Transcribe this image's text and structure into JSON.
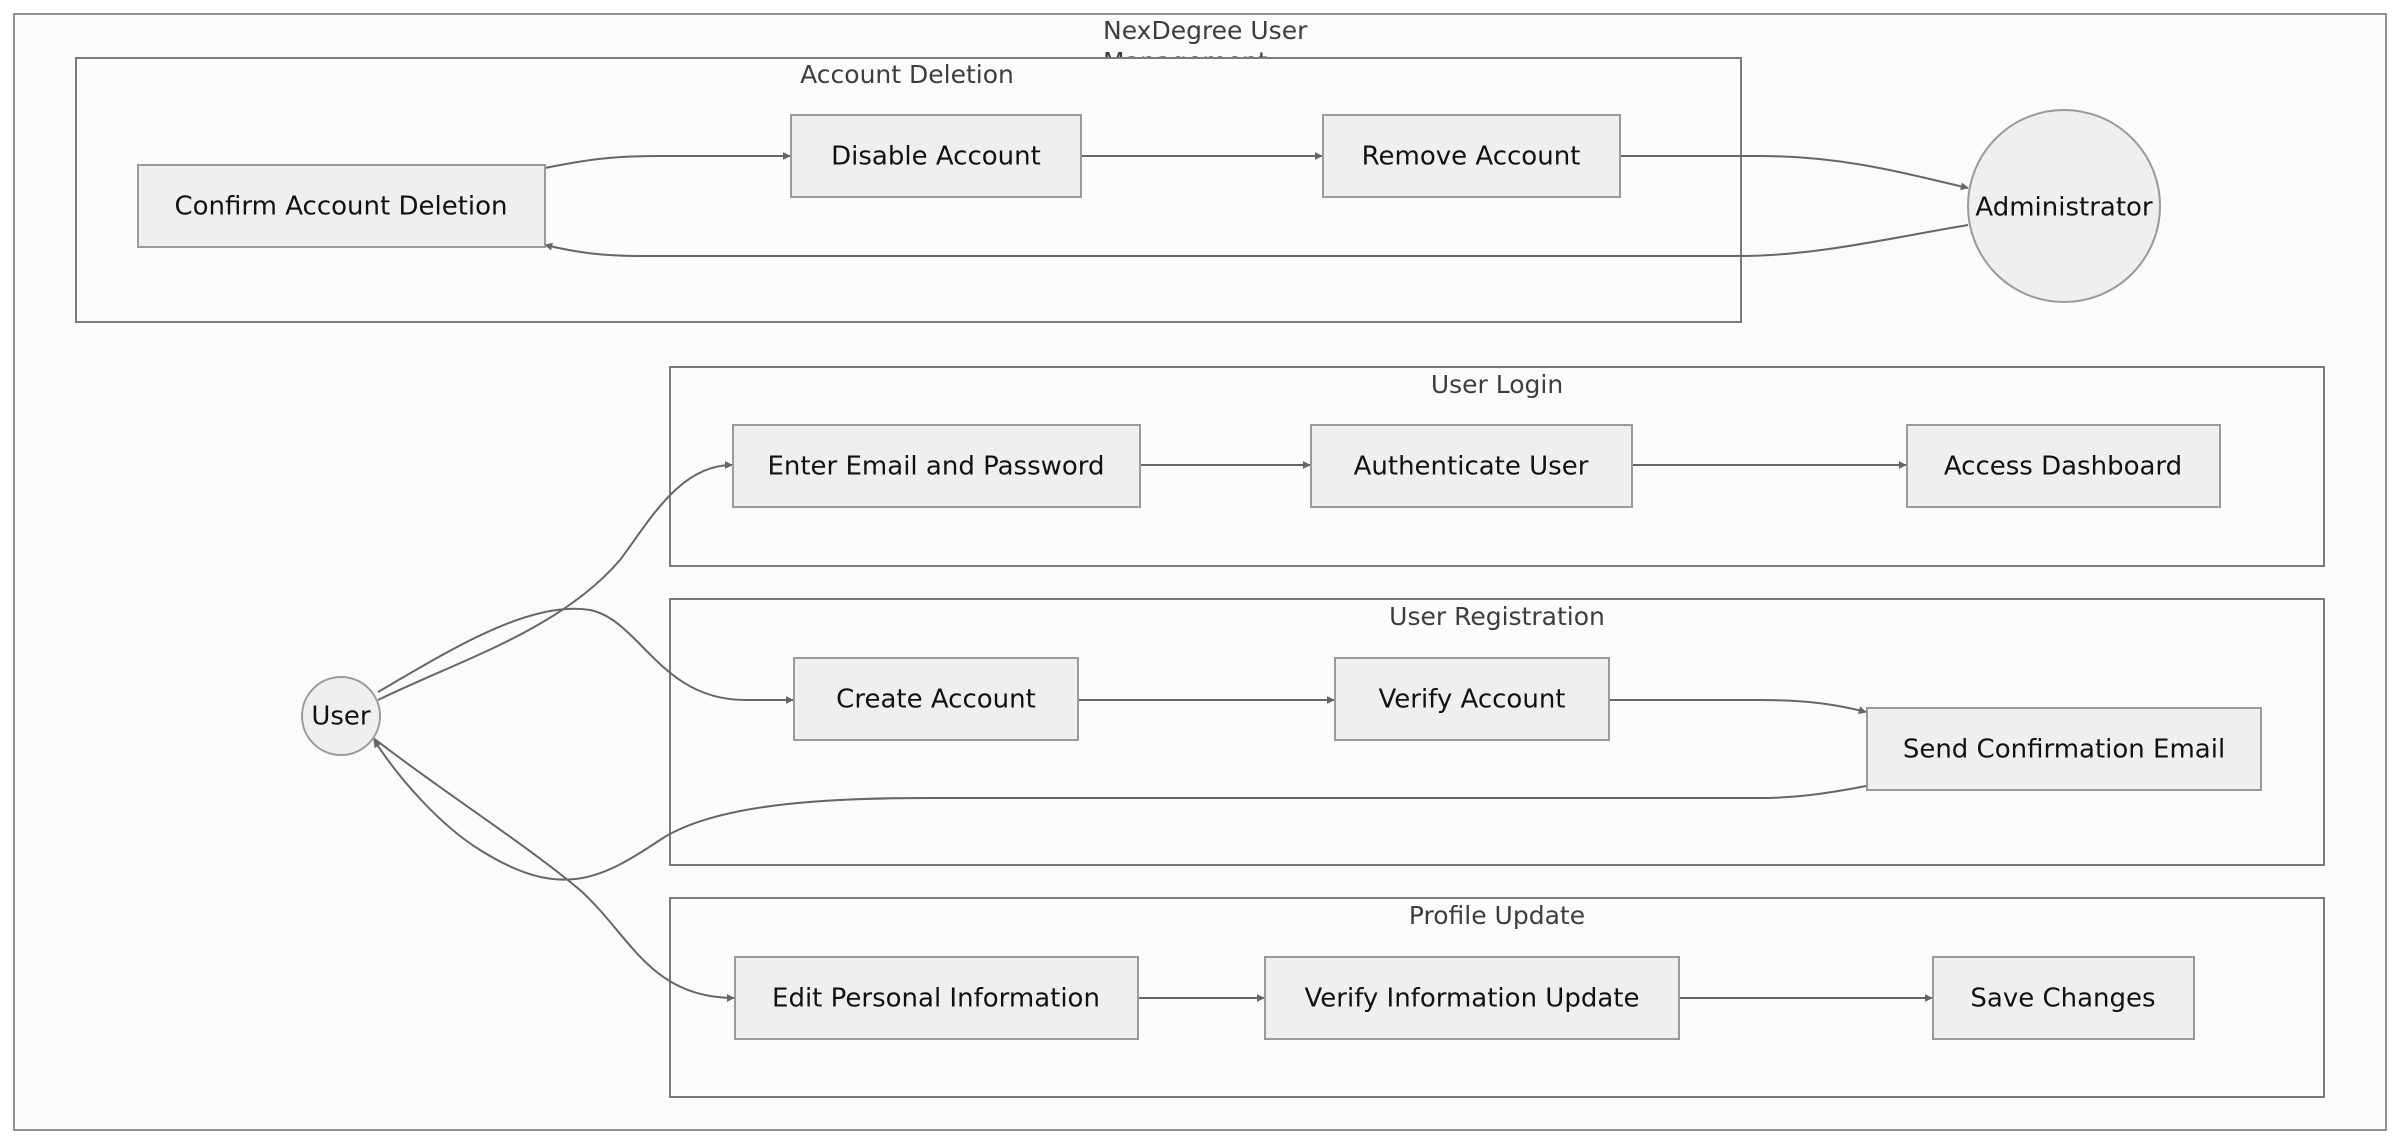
{
  "diagram": {
    "title_lines": [
      "NexDegree User",
      "Management"
    ],
    "clusters": {
      "deletion": "Account Deletion",
      "login": "User Login",
      "registration": "User Registration",
      "profile": "Profile Update"
    },
    "actors": {
      "user": "User",
      "administrator": "Administrator"
    },
    "nodes": {
      "confirm_deletion": "Confirm Account Deletion",
      "disable_account": "Disable Account",
      "remove_account": "Remove Account",
      "enter_credentials": "Enter Email and Password",
      "authenticate_user": "Authenticate User",
      "access_dashboard": "Access Dashboard",
      "create_account": "Create Account",
      "verify_account": "Verify Account",
      "send_confirmation": "Send Confirmation Email",
      "edit_personal_info": "Edit Personal Information",
      "verify_info_update": "Verify Information Update",
      "save_changes": "Save Changes"
    },
    "colors": {
      "frame_stroke": "#8f8f8f",
      "cluster_stroke": "#7b7b7b",
      "node_fill": "#efefef",
      "node_stroke": "#9a9a9a",
      "edge_stroke": "#666666"
    }
  }
}
